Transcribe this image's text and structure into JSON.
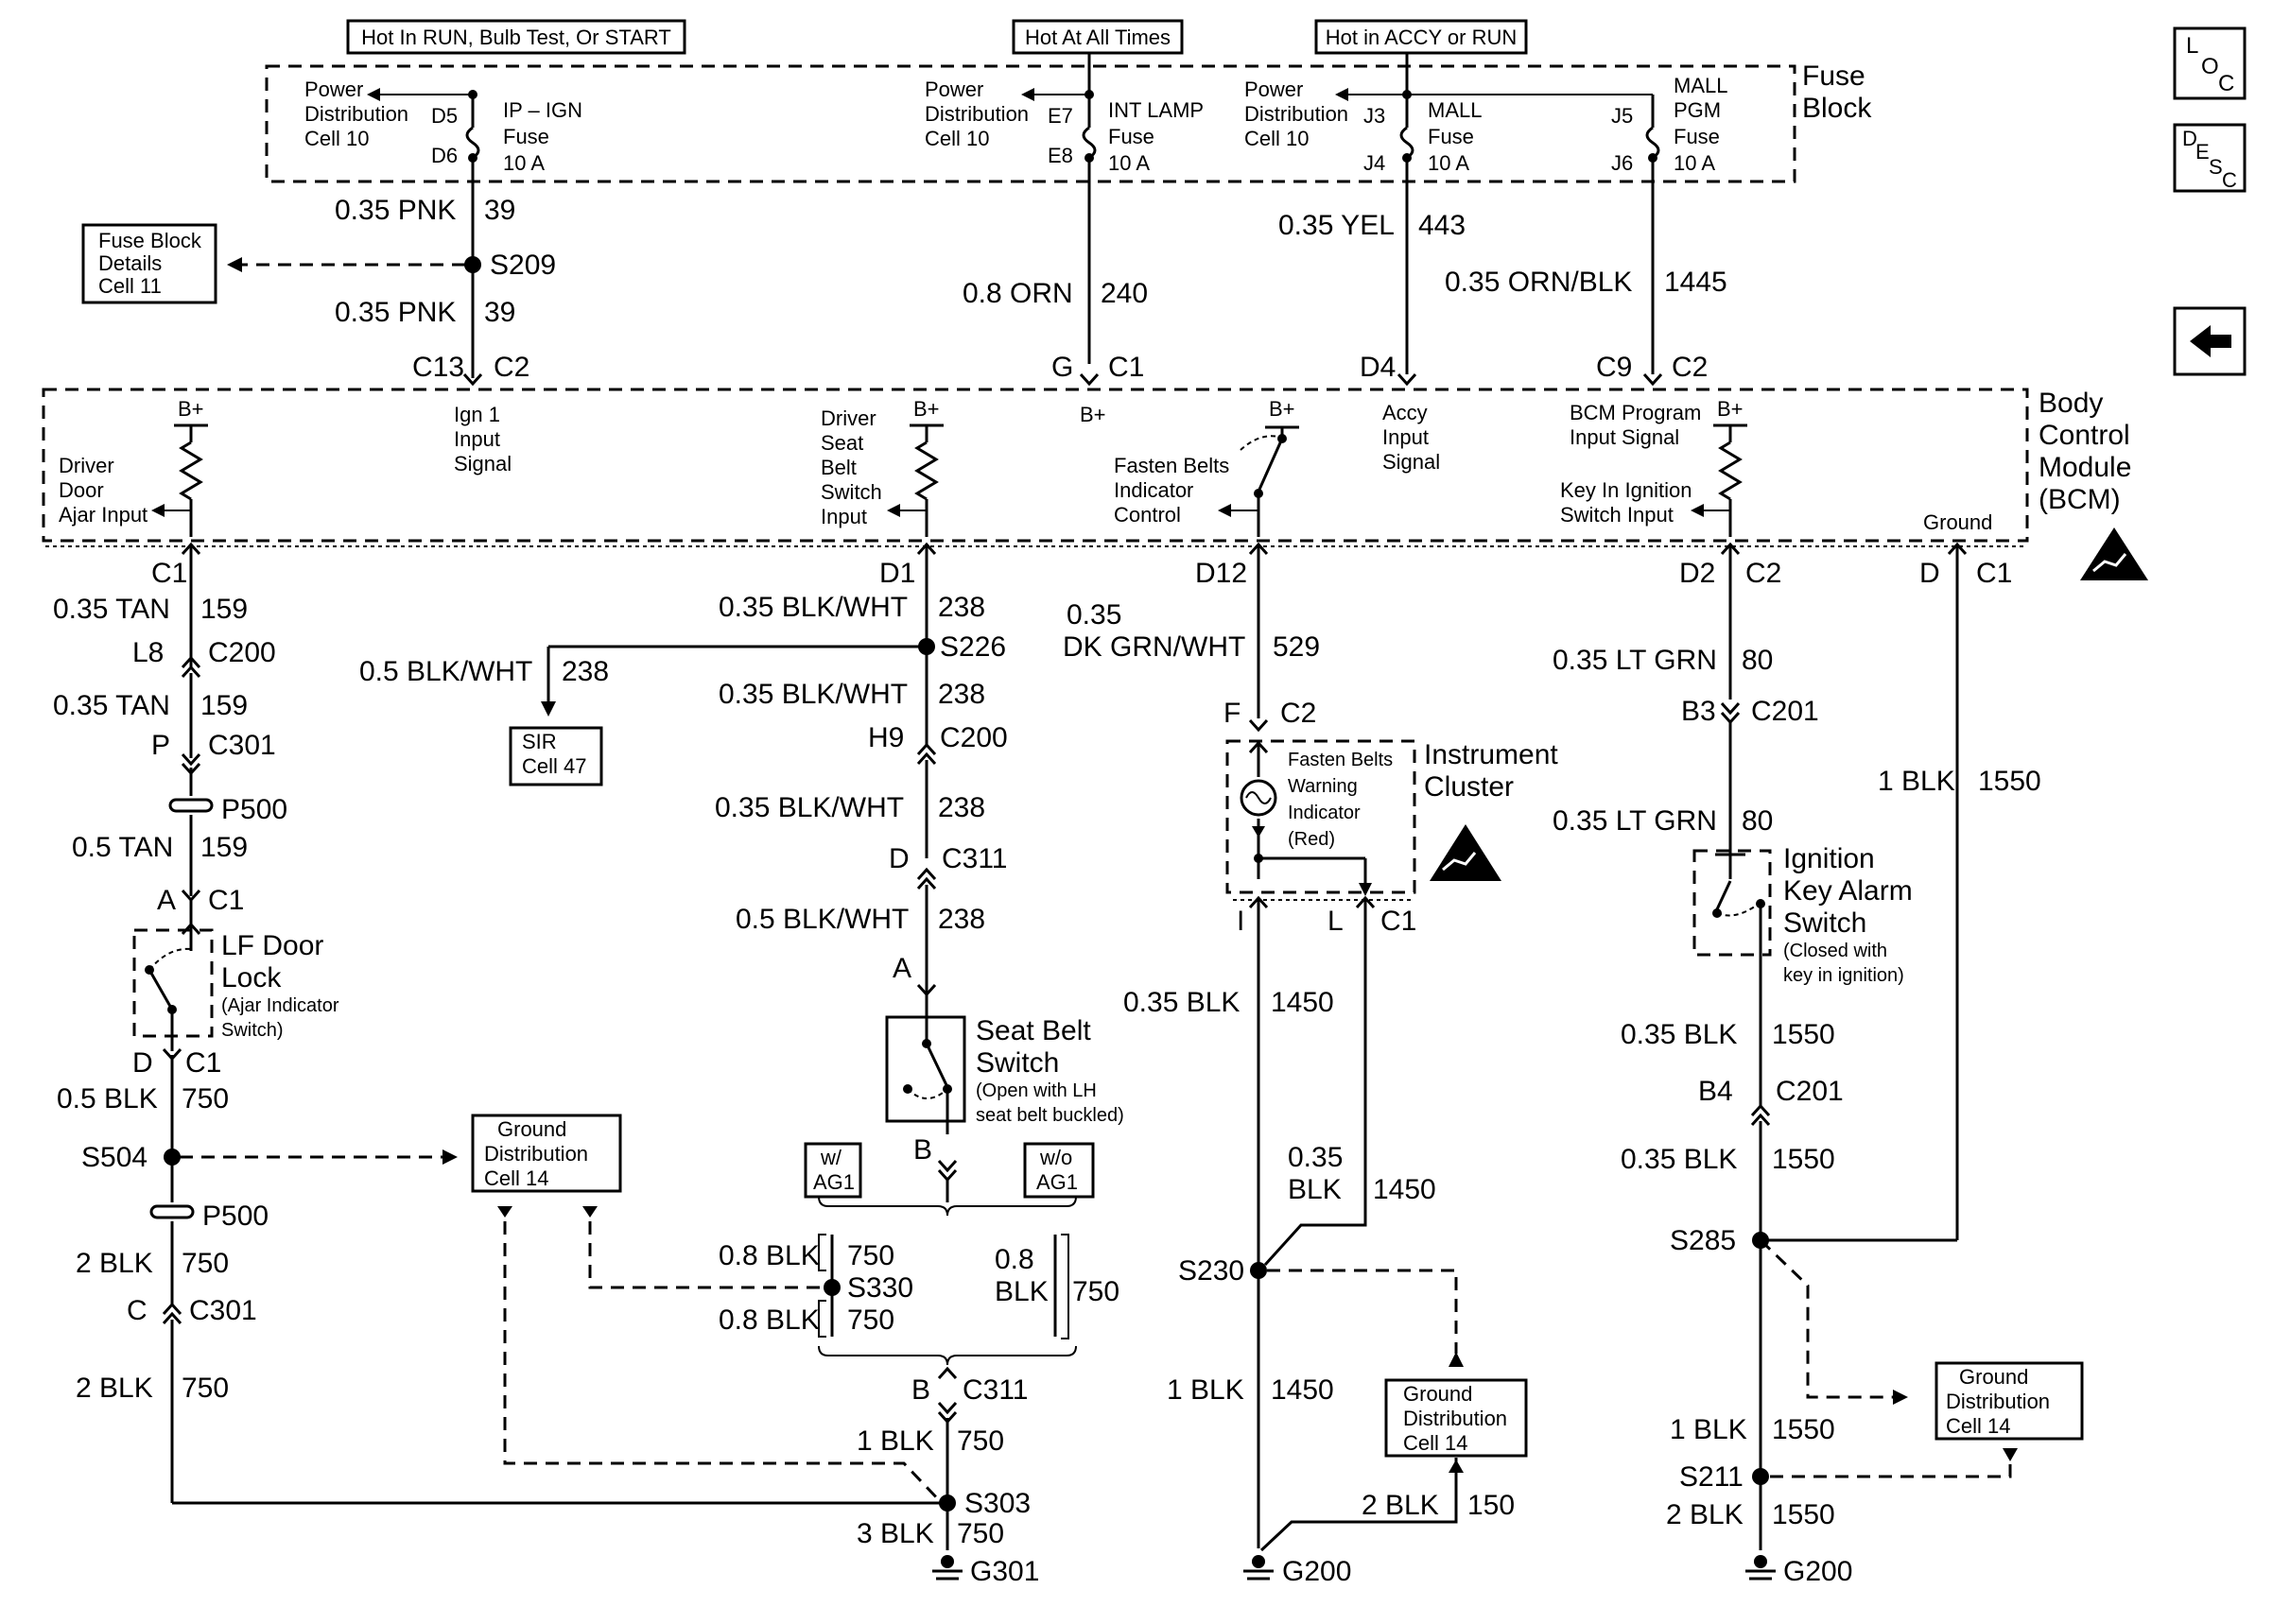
{
  "conditions": {
    "hot_run": "Hot In RUN, Bulb Test, Or START",
    "hot_all": "Hot At All Times",
    "hot_accy": "Hot in ACCY or RUN"
  },
  "fuse_block": {
    "title_1": "Fuse",
    "title_2": "Block",
    "pd_1": "Power",
    "pd_2": "Distribution",
    "pd_3": "Cell 10",
    "ign_fuse": {
      "pin_a": "D5",
      "pin_b": "D6",
      "l1": "IP – IGN",
      "l2": "Fuse",
      "l3": "10 A"
    },
    "lamp_fuse": {
      "pin_a": "E7",
      "pin_b": "E8",
      "l1": "INT LAMP",
      "l2": "Fuse",
      "l3": "10 A"
    },
    "mall_fuse": {
      "pin_a": "J3",
      "pin_b": "J4",
      "l1": "MALL",
      "l2": "Fuse",
      "l3": "10 A"
    },
    "pgm_fuse": {
      "pin_a": "J5",
      "pin_b": "J6",
      "l1": "MALL",
      "l2": "PGM",
      "l3": "Fuse",
      "l4": "10 A"
    }
  },
  "nav": {
    "loc_l": "L",
    "loc_o": "O",
    "loc_c": "C",
    "desc_d": "D",
    "desc_e": "E",
    "desc_s": "S",
    "desc_c": "C"
  },
  "wires": {
    "pnk_a": "0.35 PNK",
    "pnk_a_n": "39",
    "s209": "S209",
    "pnk_b": "0.35 PNK",
    "pnk_b_n": "39",
    "c13": "C13",
    "c13_c": "C2",
    "orn": "0.8 ORN",
    "orn_n": "240",
    "g_pin": "G",
    "g_c": "C1",
    "yel": "0.35 YEL",
    "yel_n": "443",
    "ornblk": "0.35 ORN/BLK",
    "ornblk_n": "1445",
    "d4": "D4",
    "c9": "C9",
    "c9_c": "C2"
  },
  "fb_details": {
    "l1": "Fuse Block",
    "l2": "Details",
    "l3": "Cell 11"
  },
  "bcm": {
    "title_1": "Body",
    "title_2": "Control",
    "title_3": "Module",
    "title_4": "(BCM)",
    "bplus": "B+",
    "door_1": "Driver",
    "door_2": "Door",
    "door_3": "Ajar Input",
    "ign_1": "Ign 1",
    "ign_2": "Input",
    "ign_3": "Signal",
    "seat_1": "Driver",
    "seat_2": "Seat",
    "seat_3": "Belt",
    "seat_4": "Switch",
    "seat_5": "Input",
    "fb_1": "Fasten Belts",
    "fb_2": "Indicator",
    "fb_3": "Control",
    "accy_1": "Accy",
    "accy_2": "Input",
    "accy_3": "Signal",
    "pgm_1": "BCM Program",
    "pgm_2": "Input Signal",
    "key_1": "Key In Ignition",
    "key_2": "Switch Input",
    "ground": "Ground"
  },
  "col1": {
    "c1": "C1",
    "tan_a": "0.35 TAN",
    "tan_a_n": "159",
    "l8": "L8",
    "c200": "C200",
    "tan_b": "0.35 TAN",
    "tan_b_n": "159",
    "p": "P",
    "c301": "C301",
    "p500": "P500",
    "tan_c": "0.5 TAN",
    "tan_c_n": "159",
    "a": "A",
    "a_c": "C1",
    "lock_1": "LF Door",
    "lock_2": "Lock",
    "lock_3": "(Ajar Indicator",
    "lock_4": "Switch)",
    "d": "D",
    "d_c": "C1",
    "blk_a": "0.5 BLK",
    "blk_a_n": "750",
    "s504": "S504",
    "p500b": "P500",
    "blk_b": "2 BLK",
    "blk_b_n": "750",
    "c": "C",
    "c_c": "C301",
    "blk_c": "2 BLK",
    "blk_c_n": "750"
  },
  "gd_left": {
    "l1": "Ground",
    "l2": "Distribution",
    "l3": "Cell 14"
  },
  "col2": {
    "d1": "D1",
    "bw_a": "0.35 BLK/WHT",
    "bw_a_n": "238",
    "s226": "S226",
    "bw_sir": "0.5 BLK/WHT",
    "bw_sir_n": "238",
    "sir_1": "SIR",
    "sir_2": "Cell 47",
    "bw_b": "0.35 BLK/WHT",
    "bw_b_n": "238",
    "h9": "H9",
    "c200": "C200",
    "bw_c": "0.35 BLK/WHT",
    "bw_c_n": "238",
    "d": "D",
    "c311": "C311",
    "bw_d": "0.5 BLK/WHT",
    "bw_d_n": "238",
    "a": "A",
    "sb_1": "Seat Belt",
    "sb_2": "Switch",
    "sb_3": "(Open with LH",
    "sb_4": "seat belt buckled)",
    "b": "B",
    "ag_w1": "w/",
    "ag_w2": "AG1",
    "ag_wo1": "w/o",
    "ag_wo2": "AG1",
    "blk_a": "0.8 BLK",
    "blk_a_n": "750",
    "s330": "S330",
    "blk_b": "0.8 BLK",
    "blk_b_n": "750",
    "blk_c1": "0.8",
    "blk_c2": "BLK",
    "blk_c_n": "750",
    "b2": "B",
    "c311b": "C311",
    "blk_d": "1 BLK",
    "blk_d_n": "750",
    "s303": "S303",
    "blk_e": "3 BLK",
    "blk_e_n": "750",
    "g301": "G301"
  },
  "col3": {
    "d12": "D12",
    "grn_1": "0.35",
    "grn_2": "DK GRN/WHT",
    "grn_n": "529",
    "f": "F",
    "f_c": "C2",
    "ind_1": "Fasten Belts",
    "ind_2": "Warning",
    "ind_3": "Indicator",
    "ind_4": "(Red)",
    "ic_1": "Instrument",
    "ic_2": "Cluster",
    "i": "I",
    "l": "L",
    "l_c": "C1",
    "blk_a": "0.35 BLK",
    "blk_a_n": "1450",
    "blk_b1": "0.35",
    "blk_b2": "BLK",
    "blk_b_n": "1450",
    "s230": "S230",
    "blk_c": "1 BLK",
    "blk_c_n": "1450",
    "blk_d": "2 BLK",
    "blk_d_n": "150",
    "g200": "G200"
  },
  "gd_mid": {
    "l1": "Ground",
    "l2": "Distribution",
    "l3": "Cell 14"
  },
  "col4": {
    "d2": "D2",
    "d2_c": "C2",
    "grn_a": "0.35 LT GRN",
    "grn_a_n": "80",
    "b3": "B3",
    "c201": "C201",
    "grn_b": "0.35 LT GRN",
    "grn_b_n": "80",
    "sw_1": "Ignition",
    "sw_2": "Key Alarm",
    "sw_3": "Switch",
    "sw_4": "(Closed with",
    "sw_5": "key in ignition)",
    "blk_a": "0.35 BLK",
    "blk_a_n": "1550",
    "b4": "B4",
    "c201b": "C201",
    "blk_b": "0.35 BLK",
    "blk_b_n": "1550",
    "s285": "S285",
    "blk_c": "1 BLK",
    "blk_c_n": "1550",
    "s211": "S211",
    "blk_d": "2 BLK",
    "blk_d_n": "1550",
    "g200": "G200"
  },
  "col5": {
    "d": "D",
    "d_c": "C1",
    "blk": "1 BLK",
    "blk_n": "1550"
  },
  "gd_right": {
    "l1": "Ground",
    "l2": "Distribution",
    "l3": "Cell 14"
  }
}
